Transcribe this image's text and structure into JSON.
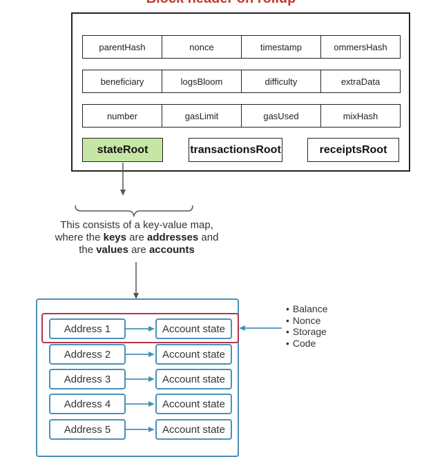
{
  "title": "Block header on rollup",
  "header_fields": [
    [
      "parentHash",
      "nonce",
      "timestamp",
      "ommersHash"
    ],
    [
      "beneficiary",
      "logsBloom",
      "difficulty",
      "extraData"
    ],
    [
      "number",
      "gasLimit",
      "gasUsed",
      "mixHash"
    ]
  ],
  "roots": {
    "state": "stateRoot",
    "transactions": "transactionsRoot",
    "receipts": "receiptsRoot"
  },
  "explanation": {
    "line1": "This consists of a key-value map,",
    "line2_a": "where the ",
    "line2_b": "keys",
    "line2_c": " are ",
    "line2_d": "addresses",
    "line2_e": " and",
    "line3_a": "the ",
    "line3_b": "values",
    "line3_c": " are ",
    "line3_d": "accounts"
  },
  "map_rows": [
    {
      "address": "Address 1",
      "account": "Account state"
    },
    {
      "address": "Address 2",
      "account": "Account state"
    },
    {
      "address": "Address 3",
      "account": "Account state"
    },
    {
      "address": "Address 4",
      "account": "Account state"
    },
    {
      "address": "Address 5",
      "account": "Account state"
    }
  ],
  "account_attributes": [
    "Balance",
    "Nonce",
    "Storage",
    "Code"
  ],
  "colors": {
    "state_root_fill": "#c6e6a6",
    "map_border": "#4a90b8",
    "highlight_border": "#b0364a",
    "title": "#c0392b"
  }
}
